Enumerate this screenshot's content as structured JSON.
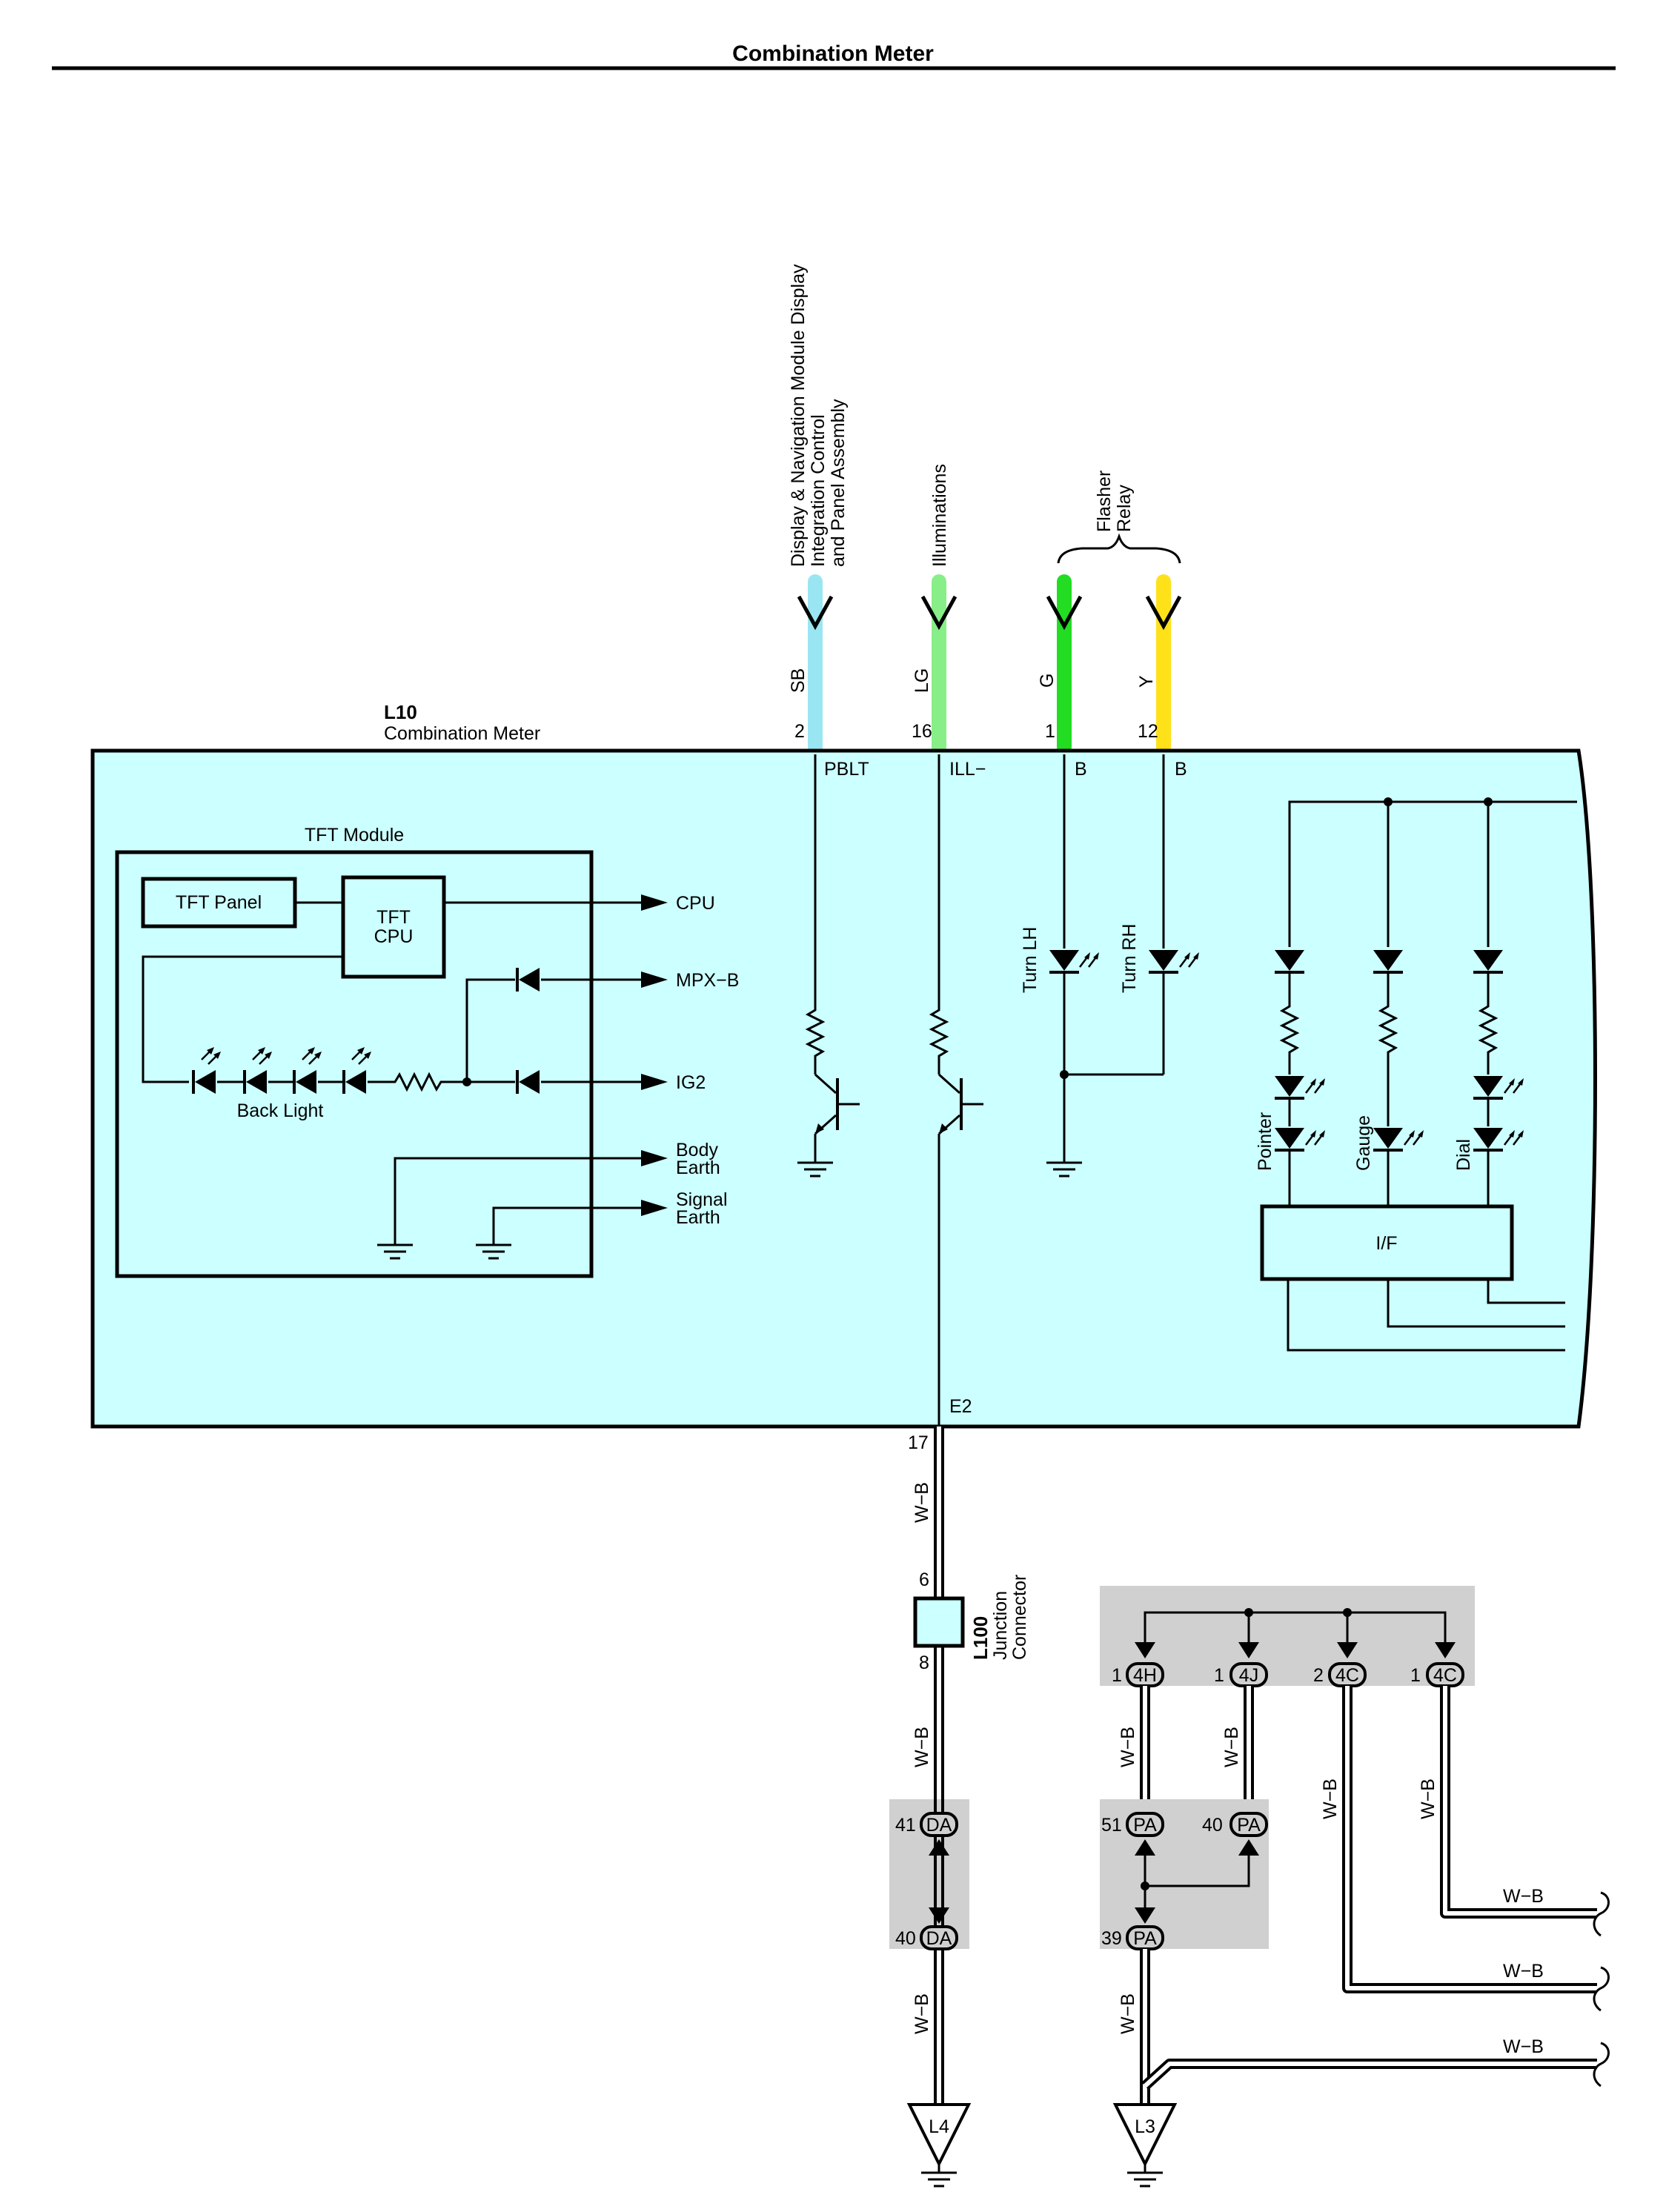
{
  "title": "Combination Meter",
  "component": {
    "code": "L10",
    "name": "Combination Meter"
  },
  "top_labels": {
    "display_nav": [
      "Display & Navigation Module Display",
      "Integration Control",
      "and Panel Assembly"
    ],
    "illuminations": "Illuminations",
    "flasher": [
      "Flasher",
      "Relay"
    ]
  },
  "colors": {
    "meter_fill": "#ccffff",
    "splice_fill": "#d0d0d0",
    "SB": "#99e6f2",
    "LG": "#88ee88",
    "G": "#22dd22",
    "Y": "#ffe11a"
  },
  "wires": {
    "sb": {
      "code": "SB",
      "pin": "2",
      "signal": "PBLT"
    },
    "lg": {
      "code": "LG",
      "pin": "16",
      "signal": "ILL−"
    },
    "g": {
      "code": "G",
      "pin": "1",
      "signal": "B"
    },
    "y": {
      "code": "Y",
      "pin": "12",
      "signal": "B"
    }
  },
  "tft": {
    "module": "TFT Module",
    "panel": "TFT Panel",
    "cpu": [
      "TFT",
      "CPU"
    ],
    "backlight": "Back Light",
    "outputs": {
      "cpu": "CPU",
      "mpxb": "MPX−B",
      "ig2": "IG2",
      "body_earth": [
        "Body",
        "Earth"
      ],
      "signal_earth": [
        "Signal",
        "Earth"
      ]
    }
  },
  "turn": {
    "lh": "Turn LH",
    "rh": "Turn RH"
  },
  "leds": {
    "pointer": "Pointer",
    "gauge": "Gauge",
    "dial": "Dial",
    "interface": "I/F"
  },
  "e2": {
    "name": "E2",
    "pin": "17"
  },
  "junction": {
    "code": "L100",
    "name": [
      "Junction",
      "Connector"
    ],
    "pin_in": "6",
    "pin_out": "8"
  },
  "wb": "W−B",
  "connectors": {
    "da_top": {
      "code": "DA",
      "pin": "41"
    },
    "da_bottom": {
      "code": "DA",
      "pin": "40"
    },
    "pa_left": {
      "code": "PA",
      "pin": "51"
    },
    "pa_right": {
      "code": "PA",
      "pin": "40"
    },
    "pa_bottom": {
      "code": "PA",
      "pin": "39"
    },
    "c4h": {
      "code": "4H",
      "pin": "1"
    },
    "c4j": {
      "code": "4J",
      "pin": "1"
    },
    "c4c_a": {
      "code": "4C",
      "pin": "2"
    },
    "c4c_b": {
      "code": "4C",
      "pin": "1"
    }
  },
  "grounds": {
    "l4": "L4",
    "l3": "L3"
  }
}
